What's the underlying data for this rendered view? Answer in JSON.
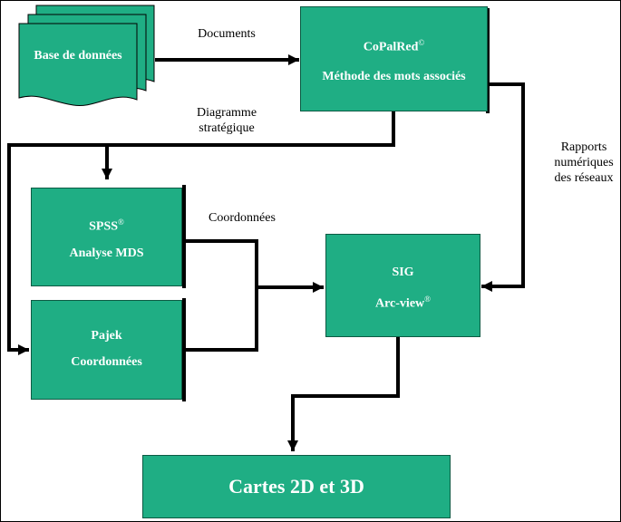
{
  "colors": {
    "box_fill": "#1fae84",
    "box_text": "#ffffff",
    "line": "#000000"
  },
  "nodes": {
    "database": {
      "label": "Base de données"
    },
    "copalred": {
      "line1": "CoPalRed",
      "line1_mark": "©",
      "line2": "Méthode des mots associés"
    },
    "spss": {
      "line1": "SPSS",
      "line1_mark": "®",
      "line2": "Analyse MDS"
    },
    "pajek": {
      "line1": "Pajek",
      "line2": "Coordonnées"
    },
    "sig": {
      "line1": "SIG",
      "line2": "Arc-view",
      "line2_mark": "®"
    },
    "maps": {
      "label": "Cartes 2D et 3D"
    }
  },
  "edge_labels": {
    "documents": "Documents",
    "diagramme": [
      "Diagramme",
      "stratégique"
    ],
    "coordonnees": "Coordonnées",
    "rapports": [
      "Rapports",
      "numériques",
      "des réseaux"
    ]
  }
}
